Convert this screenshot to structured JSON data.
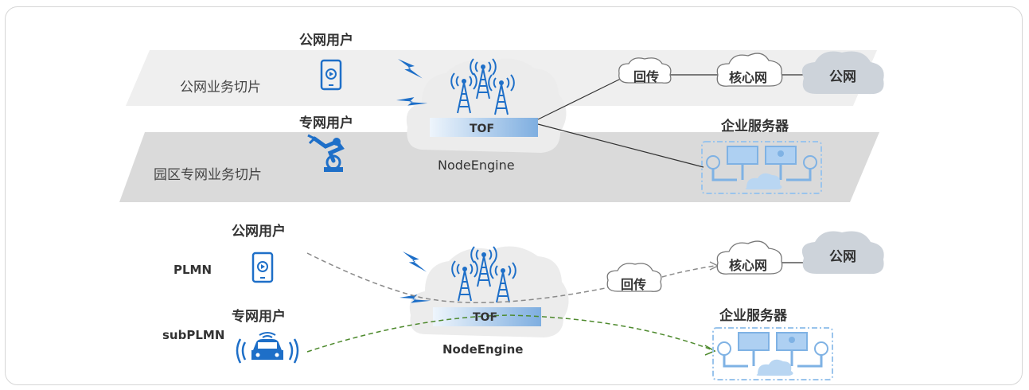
{
  "top": {
    "public_user": "公网用户",
    "private_user": "专网用户",
    "public_slice": "公网业务切片",
    "park_slice": "园区专网业务切片",
    "tof": "TOF",
    "node_engine": "NodeEngine",
    "backhaul": "回传",
    "core": "核心网",
    "public_net": "公网",
    "enterprise_server": "企业服务器"
  },
  "bottom": {
    "public_user": "公网用户",
    "private_user": "专网用户",
    "plmn": "PLMN",
    "subplmn": "subPLMN",
    "tof": "TOF",
    "node_engine": "NodeEngine",
    "backhaul": "回传",
    "core": "核心网",
    "public_net": "公网",
    "enterprise_server": "企业服务器"
  },
  "colors": {
    "blue": "#1e6fc8",
    "light_blue": "#8fbde8",
    "public_band": "#efefef",
    "park_band": "#dadada",
    "cloud_gray": "#cdd3da",
    "gray_dashed": "#8a8a8a",
    "green_dashed": "#4e8a2e"
  },
  "icons": [
    "tablet-icon",
    "robot-arm-icon",
    "car-wireless-icon",
    "antenna-icon",
    "lightning-icon",
    "cloud-icon",
    "server-network-icon"
  ]
}
